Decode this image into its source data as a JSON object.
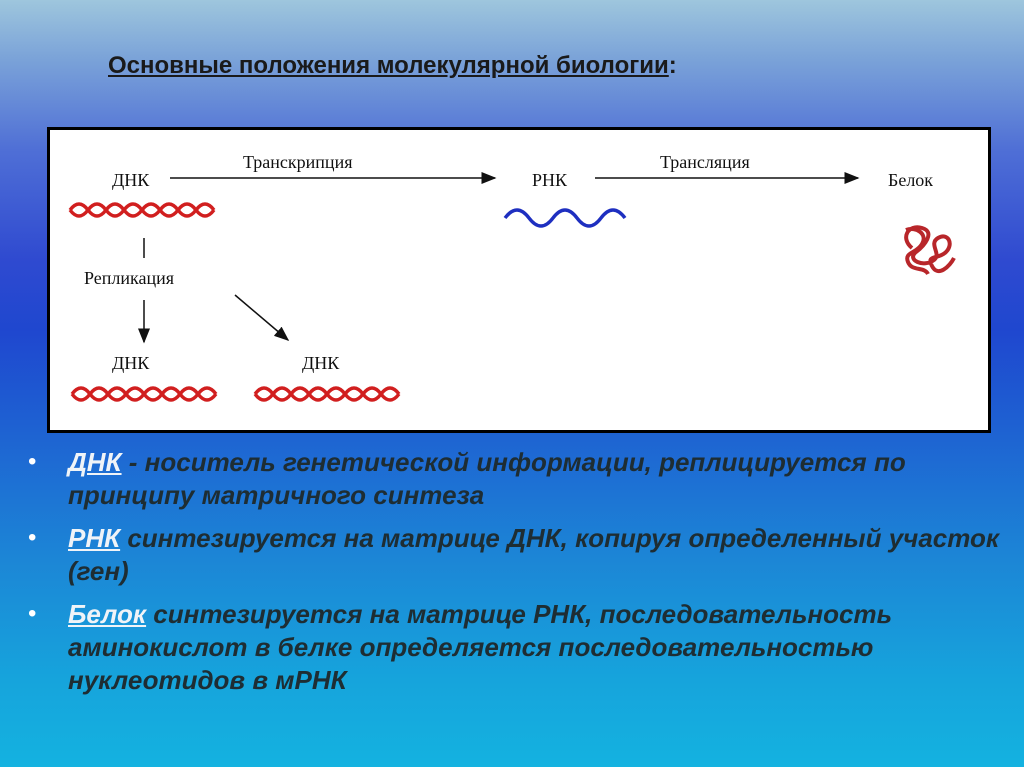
{
  "title": {
    "text": "Основные положения молекулярной биологии",
    "colon": ":"
  },
  "diagram": {
    "dna_top": "ДНК",
    "transcription": "Транскрипция",
    "rna": "РНК",
    "translation": "Трансляция",
    "protein": "Белок",
    "replication": "Репликация",
    "dna_left": "ДНК",
    "dna_right": "ДНК",
    "colors": {
      "dna": "#d11f1f",
      "rna": "#1e2fc0",
      "protein": "#b8262a"
    }
  },
  "bullets": [
    {
      "key": "ДНК",
      "text": " - носитель генетической информации, реплицируется по принципу матричного синтеза"
    },
    {
      "key": "РНК",
      "text": " синтезируется на матрице ДНК, копируя определенный участок (ген)"
    },
    {
      "key": "Белок",
      "text": " синтезируется на матрице РНК, последовательность аминокислот в белке определяется последовательностью нуклеотидов в мРНК"
    }
  ]
}
